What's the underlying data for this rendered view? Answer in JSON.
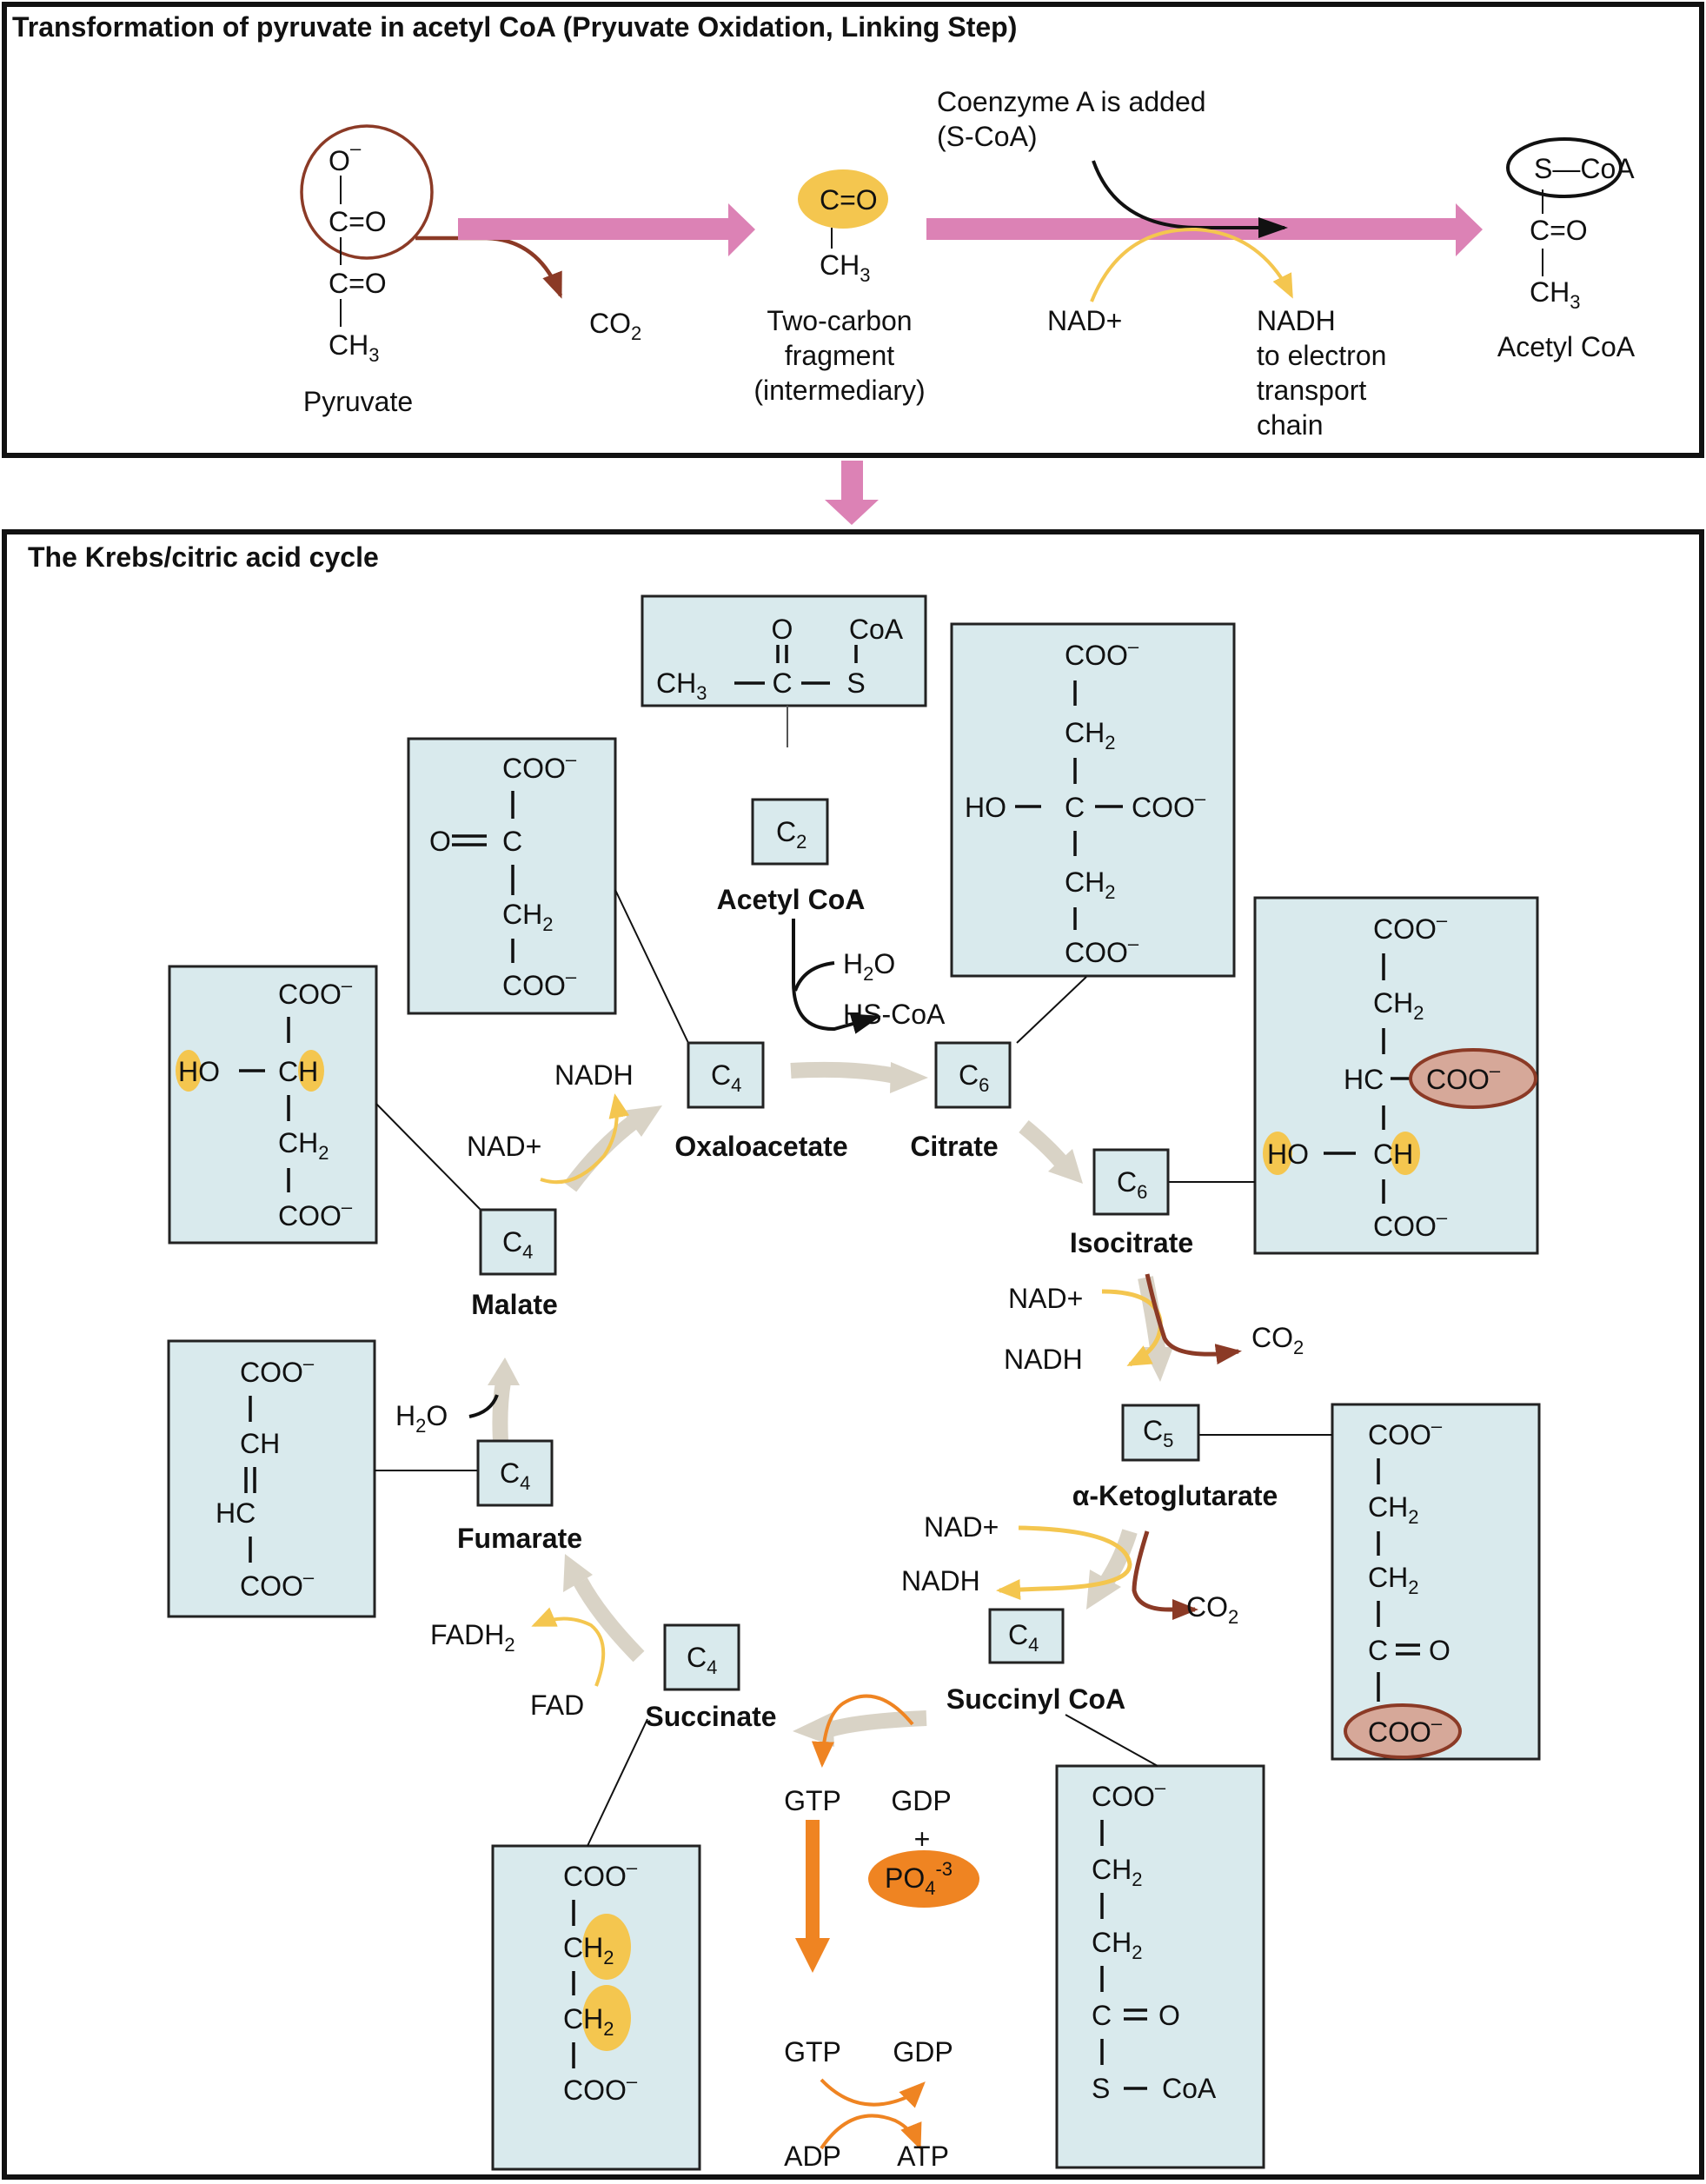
{
  "colors": {
    "pink_arrow": "#dc82b5",
    "cycle_arrow": "#d9d3c6",
    "box_fill": "#d9eaed",
    "yellow_highlight": "#f4c64f",
    "brown": "#8b3a26",
    "brown_fill": "#d6a899",
    "orange": "#ef8422",
    "black": "#111111"
  },
  "linking_step": {
    "title": "Transformation of pyruvate in acetyl CoA (Pryuvate Oxidation, Linking Step)",
    "pyruvate": {
      "atoms": [
        "O",
        "C=O",
        "C=O",
        "CH"
      ],
      "charge": "–",
      "sub3": "3",
      "label": "Pyruvate"
    },
    "co2": {
      "text": "CO",
      "sub": "2"
    },
    "fragment": {
      "atom_top": "C=O",
      "atom_bottom": "CH",
      "sub3": "3",
      "label_lines": [
        "Two-carbon",
        "fragment",
        "(intermediary)"
      ]
    },
    "coenzyme_note": [
      "Coenzyme A is added",
      "(S-CoA)"
    ],
    "nad_plus": "NAD+",
    "nadh_lines": [
      "NADH",
      "to electron",
      "transport",
      "chain"
    ],
    "acetyl_coa": {
      "top": "S—CoA",
      "mid": "C=O",
      "bottom": "CH",
      "sub3": "3",
      "label": "Acetyl CoA"
    }
  },
  "krebs": {
    "title": "The Krebs/citric acid cycle",
    "acetyl_coa_struct": {
      "o": "O",
      "coa": "CoA",
      "ch3": "CH",
      "sub3": "3",
      "c": "C",
      "s": "S"
    },
    "nodes": [
      {
        "id": "acetyl-coa",
        "carbon": "C",
        "sub": "2",
        "label": "Acetyl CoA"
      },
      {
        "id": "oxaloacetate",
        "carbon": "C",
        "sub": "4",
        "label": "Oxaloacetate"
      },
      {
        "id": "citrate",
        "carbon": "C",
        "sub": "6",
        "label": "Citrate"
      },
      {
        "id": "isocitrate",
        "carbon": "C",
        "sub": "6",
        "label": "Isocitrate"
      },
      {
        "id": "alpha-ketoglutarate",
        "carbon": "C",
        "sub": "5",
        "label": "α-Ketoglutarate"
      },
      {
        "id": "succinyl-coa",
        "carbon": "C",
        "sub": "4",
        "label": "Succinyl CoA"
      },
      {
        "id": "succinate",
        "carbon": "C",
        "sub": "4",
        "label": "Succinate"
      },
      {
        "id": "fumarate",
        "carbon": "C",
        "sub": "4",
        "label": "Fumarate"
      },
      {
        "id": "malate",
        "carbon": "C",
        "sub": "4",
        "label": "Malate"
      }
    ],
    "citrate_struct": {
      "coo": "COO",
      "ch2": "CH",
      "sub2": "2",
      "ho": "HO",
      "c": "C",
      "charge": "–"
    },
    "isocitrate_struct": {
      "coo": "COO",
      "ch2": "CH",
      "sub2": "2",
      "hc": "HC",
      "ho": "HO",
      "ch": "CH",
      "charge": "–"
    },
    "akg_struct": {
      "coo": "COO",
      "ch2": "CH",
      "sub2": "2",
      "c": "C",
      "o": "O",
      "charge": "–"
    },
    "succinylcoa_struct": {
      "coo": "COO",
      "ch2": "CH",
      "sub2": "2",
      "c": "C",
      "o": "O",
      "s": "S",
      "coa": "CoA",
      "charge": "–"
    },
    "succinate_struct": {
      "coo": "COO",
      "ch2": "CH",
      "sub2": "2",
      "charge": "–"
    },
    "fumarate_struct": {
      "coo": "COO",
      "ch": "CH",
      "hc": "HC",
      "charge": "–"
    },
    "malate_struct": {
      "coo": "COO",
      "ho": "HO",
      "ch": "CH",
      "ch2": "CH",
      "sub2": "2",
      "charge": "–"
    },
    "oxaloacetate_struct": {
      "coo": "COO",
      "o": "O",
      "c": "C",
      "ch2": "CH",
      "sub2": "2",
      "charge": "–"
    },
    "cofactors": {
      "h2o_acetyl": {
        "text": "H",
        "sub": "2",
        "tail": "O"
      },
      "hs_coa": "HS-CoA",
      "iso_nad": "NAD+",
      "iso_nadh": "NADH",
      "iso_co2": {
        "text": "CO",
        "sub": "2"
      },
      "akg_nad": "NAD+",
      "akg_nadh": "NADH",
      "akg_co2": {
        "text": "CO",
        "sub": "2"
      },
      "gtp1": "GTP",
      "gdp1": "GDP",
      "plus": "+",
      "phosphate": {
        "text": "PO",
        "sub": "4",
        "sup": "-3"
      },
      "gtp2": "GTP",
      "gdp2": "GDP",
      "adp": "ADP",
      "atp": "ATP",
      "fadh2": {
        "text": "FADH",
        "sub": "2"
      },
      "fad": "FAD",
      "h2o_fum": {
        "text": "H",
        "sub": "2",
        "tail": "O"
      },
      "mal_nad": "NAD+",
      "mal_nadh": "NADH"
    }
  }
}
